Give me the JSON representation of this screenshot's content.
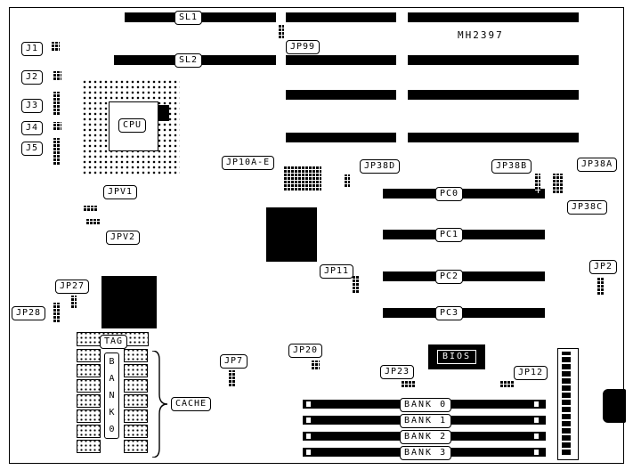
{
  "board": {
    "part_number": "MH2397",
    "expansion_slots": {
      "sl1": "SL1",
      "sl2": "SL2"
    },
    "pci_slots": [
      "PC0",
      "PC1",
      "PC2",
      "PC3"
    ],
    "memory_banks": [
      "BANK 0",
      "BANK 1",
      "BANK 2",
      "BANK 3"
    ],
    "connectors": {
      "j1": "J1",
      "j2": "J2",
      "j3": "J3",
      "j4": "J4",
      "j5": "J5"
    },
    "jumpers": {
      "jp99": "JP99",
      "jp10ae": "JP10A-E",
      "jp38d": "JP38D",
      "jp38b": "JP38B",
      "jp38a": "JP38A",
      "jp38c": "JP38C",
      "jpv1": "JPV1",
      "jpv2": "JPV2",
      "jp27": "JP27",
      "jp28": "JP28",
      "jp11": "JP11",
      "jp2": "JP2",
      "jp7": "JP7",
      "jp20": "JP20",
      "jp23": "JP23",
      "jp12": "JP12"
    },
    "chips": {
      "cpu": "CPU",
      "bios": "BIOS"
    },
    "cache": {
      "tag": "TAG",
      "bank": "BANK0",
      "label": "CACHE"
    }
  }
}
